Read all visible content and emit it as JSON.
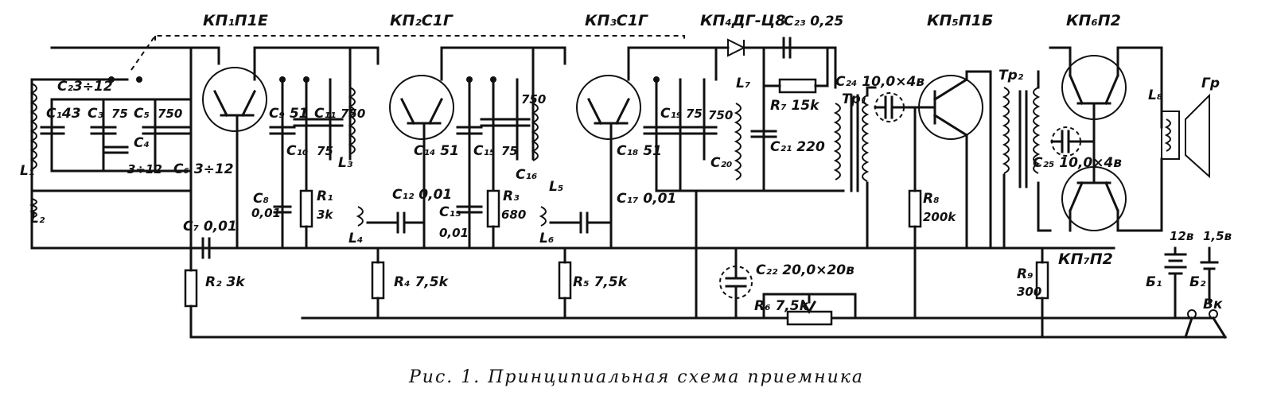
{
  "caption": "Рис. 1. Принципиальная схема приемника",
  "headers": {
    "kp1": "КП₁П1Е",
    "kp2": "КП₂С1Г",
    "kp3": "КП₃С1Г",
    "kp4": "КП₄ДГ-Ц8",
    "kp5": "КП₅П1Б",
    "kp6": "КП₆П2",
    "kp7": "КП₇П2"
  },
  "labels": {
    "c1": "C₁43",
    "c2": "C₂3÷12",
    "c3": "C₃",
    "c3v": "75",
    "c4": "C₄",
    "c4v": "3÷12",
    "c5": "C₅",
    "c5v": "750",
    "c6": "C₆ 3÷12",
    "c7": "C₇ 0,01",
    "c8": "C₈",
    "c8v": "0,01",
    "c9": "C₉ 51",
    "c10": "C₁₀",
    "c10v": "75",
    "c11": "C₁₁",
    "c11v": "750",
    "c12": "C₁₂ 0,01",
    "c13": "C₁₃",
    "c13v": "0,01",
    "c14": "C₁₄ 51",
    "c15": "C₁₅",
    "c15v": "75",
    "c16": "C₁₆",
    "c16v": "750",
    "c17": "C₁₇ 0,01",
    "c18": "C₁₈ 51",
    "c19": "C₁₉",
    "c19v": "75",
    "c20": "C₂₀",
    "c20v": "750",
    "c21": "C₂₁ 220",
    "c22": "C₂₂ 20,0×20в",
    "c23": "C₂₃ 0,25",
    "c24": "C₂₄ 10,0×4в",
    "c25": "C₂₅ 10,0×4в",
    "l1": "L₁",
    "l2": "L₂",
    "l3": "L₃",
    "l4": "L₄",
    "l5": "L₅",
    "l6": "L₆",
    "l7": "L₇",
    "l8": "L₈",
    "r1": "R₁",
    "r1v": "3k",
    "r2": "R₂ 3k",
    "r3": "R₃",
    "r3v": "680",
    "r4": "R₄ 7,5k",
    "r5": "R₅ 7,5k",
    "r6": "R₆ 7,5k",
    "r7": "R₇ 15k",
    "r8": "R₈",
    "r8v": "200k",
    "r9": "R₉",
    "r9v": "300",
    "tr1": "Tр₁",
    "tr2": "Tр₂",
    "gr": "Гр",
    "b1": "Б₁",
    "b2": "Б₂",
    "v12": "12в",
    "v15": "1,5в",
    "vk": "Вк"
  }
}
